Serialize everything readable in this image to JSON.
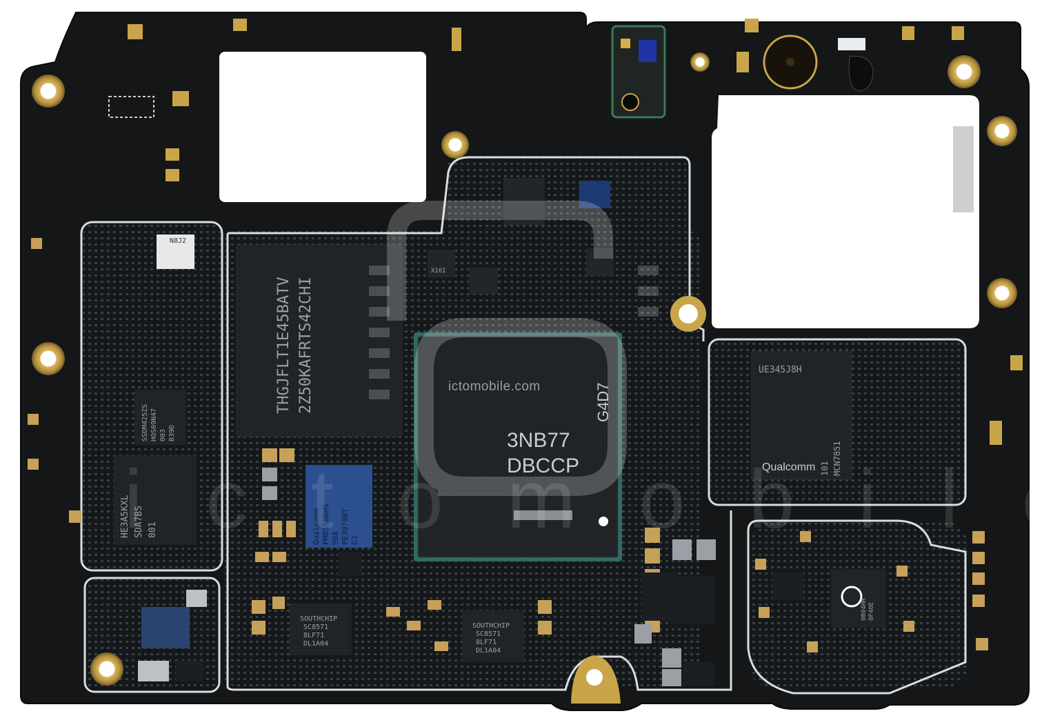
{
  "watermark": {
    "url": "ictomobile.com",
    "big_text": "ictomobile"
  },
  "chips": {
    "soc_line1": "3NB77",
    "soc_line2": "DBCCP",
    "soc_side": "G4D7",
    "memory_line1": "THGJFLT1E45BATV",
    "memory_line2": "2Z50KAFRTS42CHI",
    "pmic_line1": "Qualcomm",
    "pmic_line2": "PM8550BHS",
    "pmic_line3": "90A",
    "pmic_line4": "PE3979BT",
    "pmic_line5": "G3",
    "modem_line1": "UE345J8H",
    "modem_line2": "MCN7851",
    "modem_line3": "101",
    "modem_brand": "Qualcomm",
    "charger_a_line1": "SOUTHCHIP",
    "charger_a_line2": "SC8571",
    "charger_a_line3": "8LF71",
    "charger_a_line4": "DL1A04",
    "charger_b_line1": "SOUTHCHIP",
    "charger_b_line2": "SC8571",
    "charger_b_line3": "8LF71",
    "charger_b_line4": "DL1A04",
    "rf_left_line1": "HE3A5KXL",
    "rf_left_line2": "SDA7BS",
    "rf_left_line3": "001",
    "small_left_line1": "SSDM425ZS",
    "small_left_line2": "HOS09N47",
    "small_left_line3": "003",
    "small_left_line4": "B39D",
    "pmu_right_line1": "0804HH",
    "pmu_right_line2": "0F40E",
    "label_n8j2": "N8J2",
    "cam_chip": "X16I"
  },
  "colors": {
    "board": "#141617",
    "board_edge": "#0d0f10",
    "trace": "#1d2122",
    "shield_line": "#d9dde0",
    "gold": "#c9a54a",
    "chip_dark": "#222629",
    "chip_blue": "#2b4f8f",
    "soc_green": "#2e6a66"
  }
}
